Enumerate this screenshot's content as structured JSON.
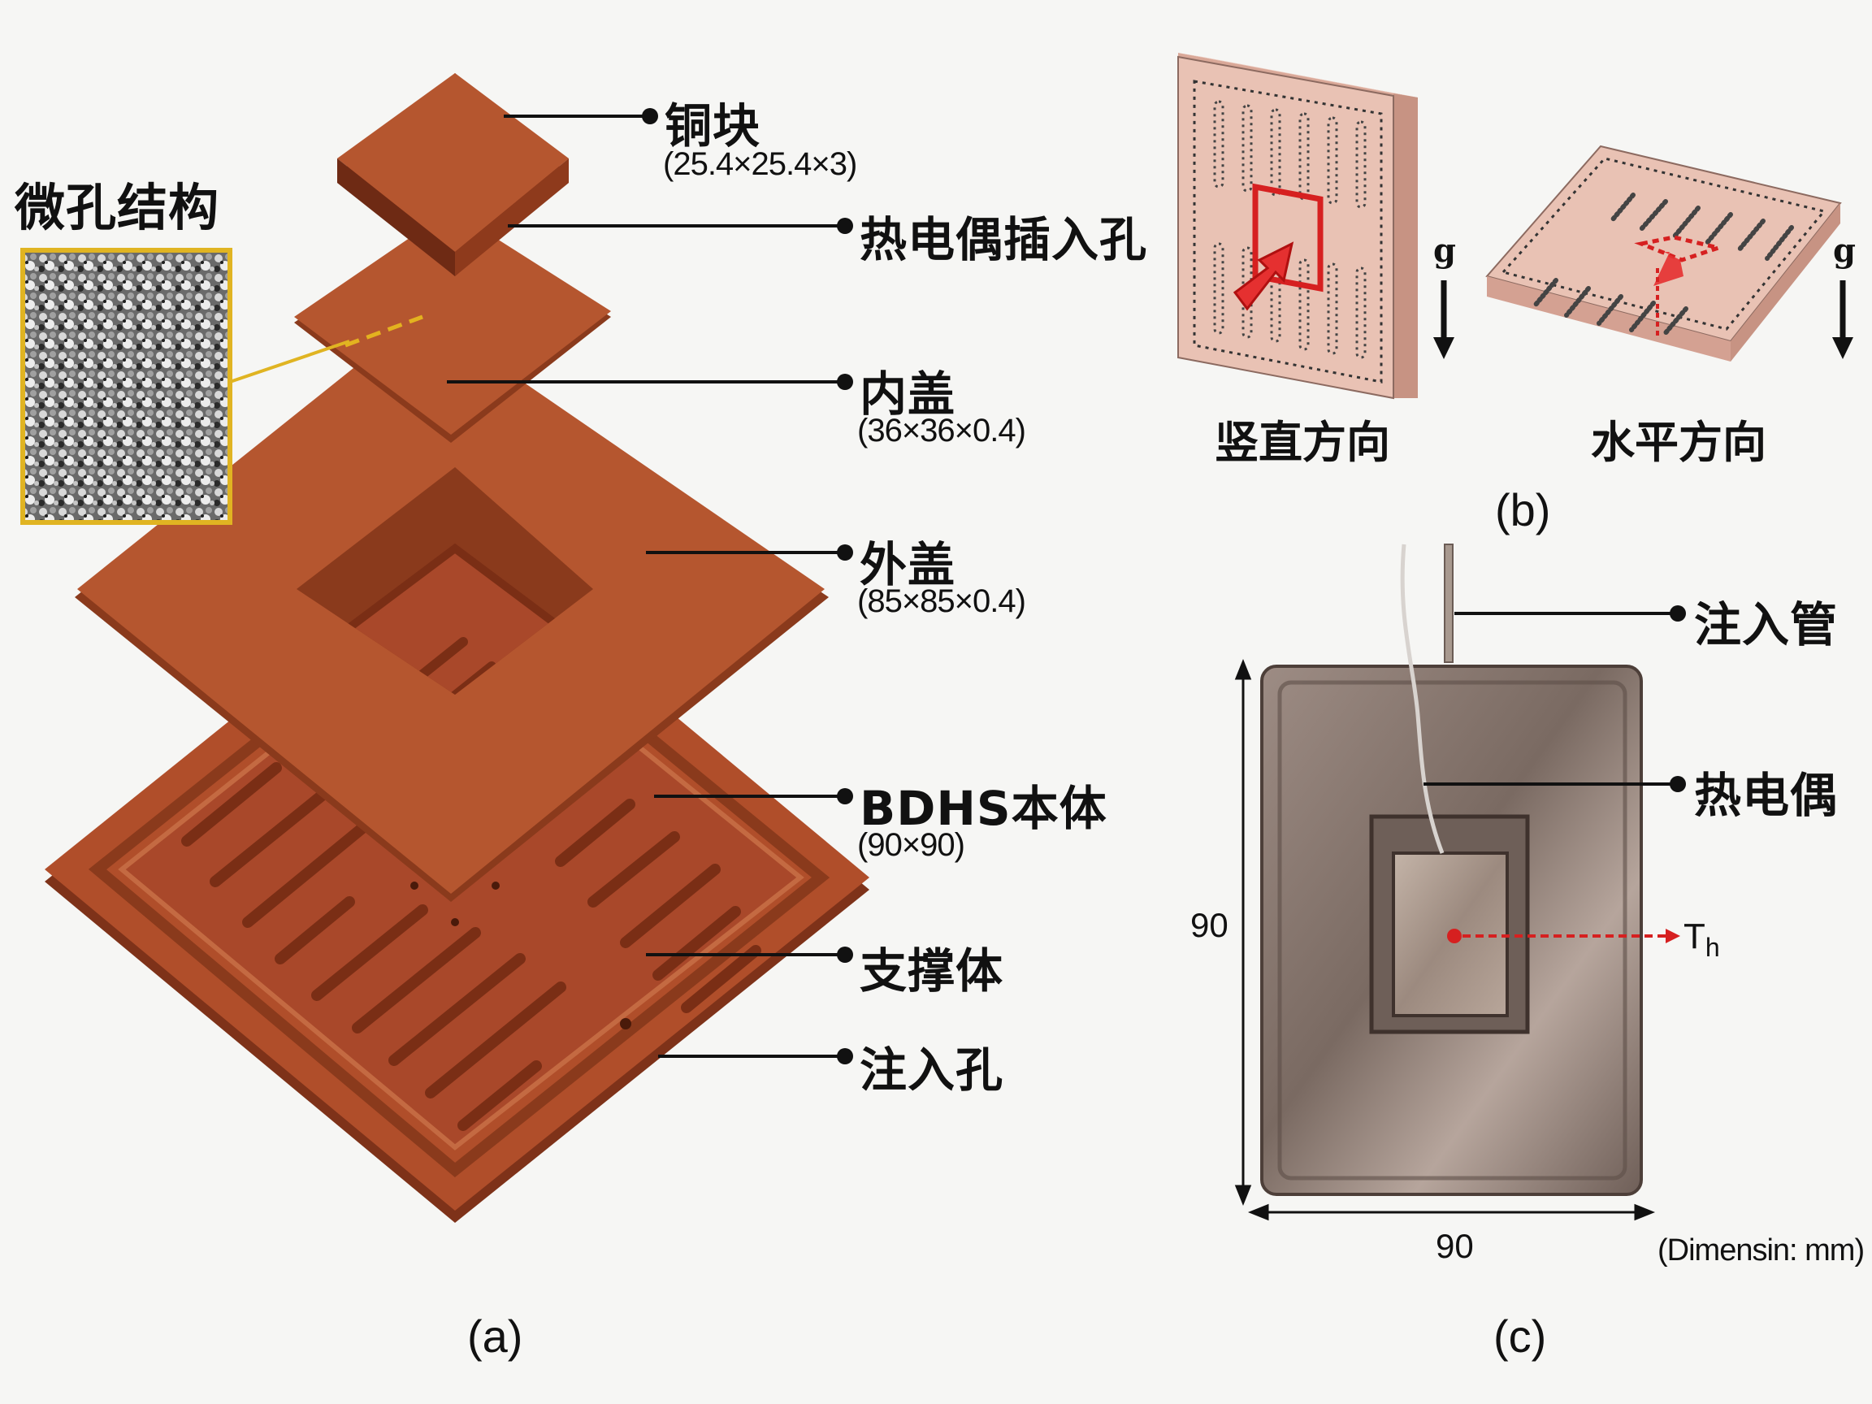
{
  "panels": {
    "a": "(a)",
    "b": "(b)",
    "c": "(c)"
  },
  "panel_a": {
    "micro_title": "微孔结构",
    "copper_block": {
      "name": "铜块",
      "dims": "(25.4×25.4×3)"
    },
    "thermocouple_hole": "热电偶插入孔",
    "inner_cover": {
      "name": "内盖",
      "dims": "(36×36×0.4)"
    },
    "outer_cover": {
      "name": "外盖",
      "dims": "(85×85×0.4)"
    },
    "body": {
      "name": "BDHS本体",
      "dims": "(90×90)"
    },
    "support": "支撑体",
    "inject_hole": "注入孔"
  },
  "panel_b": {
    "vertical": "竖直方向",
    "horizontal": "水平方向",
    "gravity": "g"
  },
  "panel_c": {
    "inject_tube": "注入管",
    "thermocouple": "热电偶",
    "height": "90",
    "width": "90",
    "th_main": "T",
    "th_sub": "h",
    "dimension_note": "(Dimensin: mm)"
  },
  "colors": {
    "copper_face": "#b5562f",
    "copper_side": "#7e3219",
    "pink_box": "#e9c2b4",
    "arrow_red": "#d62020",
    "metal": "#8a7a72",
    "micro_border": "#e0b422"
  }
}
